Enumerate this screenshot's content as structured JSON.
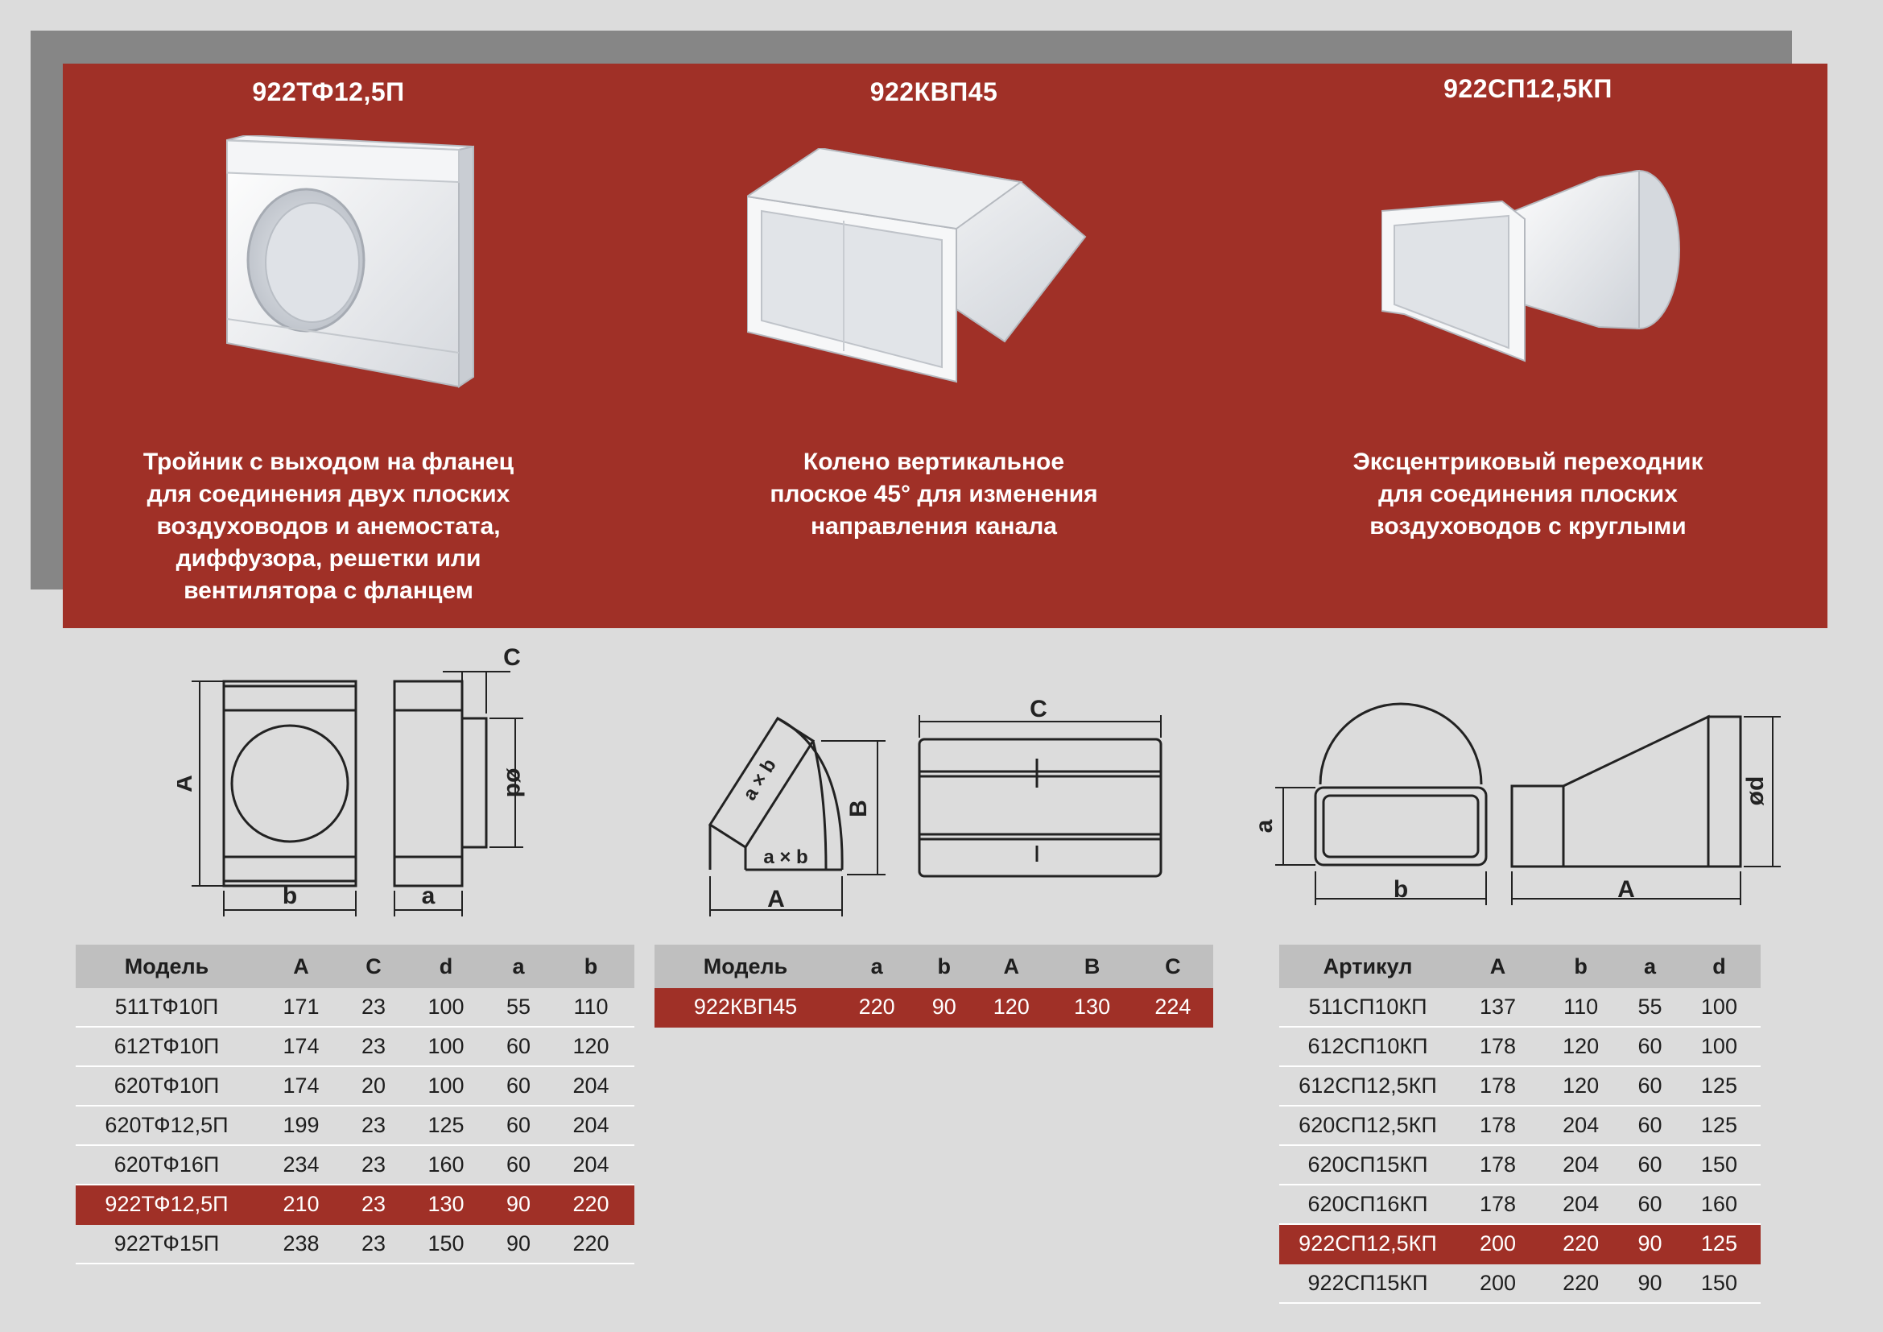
{
  "products": [
    {
      "code": "922ТФ12,5П",
      "description": [
        "Тройник с выходом на фланец",
        "для соединения двух плоских",
        "воздуховодов и анемостата,",
        "диффузора, решетки или",
        "вентилятора с фланцем"
      ]
    },
    {
      "code": "922КВП45",
      "description": [
        "Колено вертикальное",
        "плоское 45° для изменения",
        "направления канала"
      ]
    },
    {
      "code": "922СП12,5КП",
      "description": [
        "Эксцентриковый переходник",
        "для соединения плоских",
        "воздуховодов с круглыми"
      ]
    }
  ],
  "diagram_labels": {
    "tee": {
      "A": "A",
      "b": "b",
      "C": "C",
      "d": "ød",
      "a": "a"
    },
    "elbow": {
      "ab1": "a × b",
      "ab2": "a × b",
      "A": "A",
      "B": "B",
      "C": "C"
    },
    "adapter": {
      "a": "a",
      "b": "b",
      "A": "A",
      "d": "ød"
    }
  },
  "tables": {
    "tee": {
      "headers": [
        "Модель",
        "A",
        "C",
        "d",
        "a",
        "b"
      ],
      "highlight_row": 5,
      "rows": [
        [
          "511ТФ10П",
          "171",
          "23",
          "100",
          "55",
          "110"
        ],
        [
          "612ТФ10П",
          "174",
          "23",
          "100",
          "60",
          "120"
        ],
        [
          "620ТФ10П",
          "174",
          "20",
          "100",
          "60",
          "204"
        ],
        [
          "620ТФ12,5П",
          "199",
          "23",
          "125",
          "60",
          "204"
        ],
        [
          "620ТФ16П",
          "234",
          "23",
          "160",
          "60",
          "204"
        ],
        [
          "922ТФ12,5П",
          "210",
          "23",
          "130",
          "90",
          "220"
        ],
        [
          "922ТФ15П",
          "238",
          "23",
          "150",
          "90",
          "220"
        ]
      ]
    },
    "elbow": {
      "headers": [
        "Модель",
        "a",
        "b",
        "A",
        "B",
        "C"
      ],
      "highlight_row": 0,
      "rows": [
        [
          "922КВП45",
          "220",
          "90",
          "120",
          "130",
          "224"
        ]
      ]
    },
    "adapter": {
      "headers": [
        "Артикул",
        "A",
        "b",
        "a",
        "d"
      ],
      "highlight_row": 6,
      "rows": [
        [
          "511СП10КП",
          "137",
          "110",
          "55",
          "100"
        ],
        [
          "612СП10КП",
          "178",
          "120",
          "60",
          "100"
        ],
        [
          "612СП12,5КП",
          "178",
          "120",
          "60",
          "125"
        ],
        [
          "620СП12,5КП",
          "178",
          "204",
          "60",
          "125"
        ],
        [
          "620СП15КП",
          "178",
          "204",
          "60",
          "150"
        ],
        [
          "620СП16КП",
          "178",
          "204",
          "60",
          "160"
        ],
        [
          "922СП12,5КП",
          "200",
          "220",
          "90",
          "125"
        ],
        [
          "922СП15КП",
          "200",
          "220",
          "90",
          "150"
        ]
      ]
    }
  },
  "colors": {
    "accent": "#a03027",
    "header": "#bfbfbf",
    "background": "#dcdcdc",
    "band": "#868686"
  }
}
